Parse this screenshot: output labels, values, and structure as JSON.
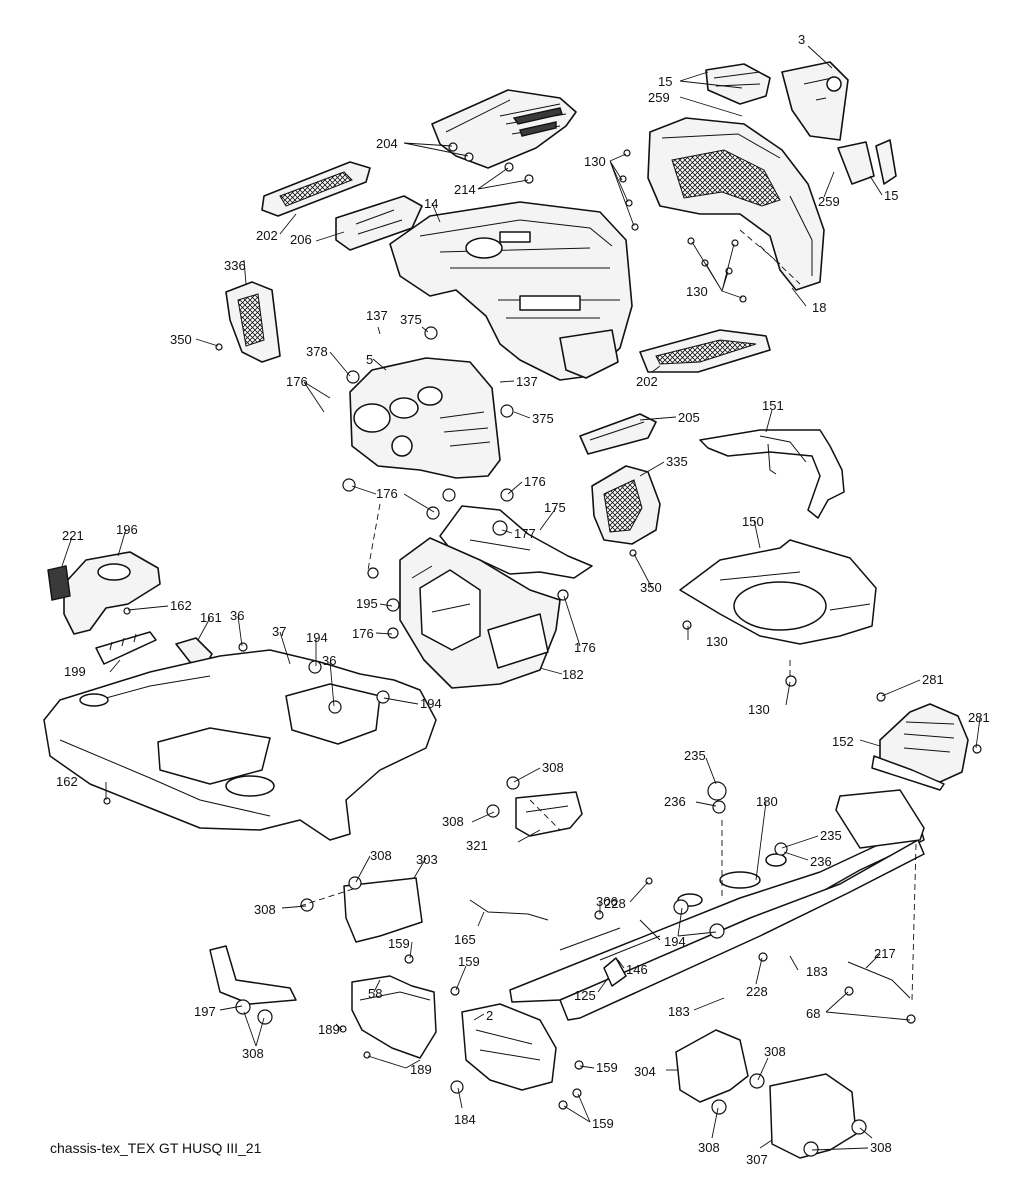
{
  "diagram": {
    "caption": "chassis-tex_TEX GT HUSQ III_21",
    "callouts": [
      {
        "id": "c3",
        "label": "3"
      },
      {
        "id": "c15a",
        "label": "15"
      },
      {
        "id": "c259a",
        "label": "259"
      },
      {
        "id": "c204",
        "label": "204"
      },
      {
        "id": "c130a",
        "label": "130"
      },
      {
        "id": "c214",
        "label": "214"
      },
      {
        "id": "c259b",
        "label": "259"
      },
      {
        "id": "c15b",
        "label": "15"
      },
      {
        "id": "c202a",
        "label": "202"
      },
      {
        "id": "c206",
        "label": "206"
      },
      {
        "id": "c14",
        "label": "14"
      },
      {
        "id": "c130b",
        "label": "130"
      },
      {
        "id": "c18",
        "label": "18"
      },
      {
        "id": "c336",
        "label": "336"
      },
      {
        "id": "c137a",
        "label": "137"
      },
      {
        "id": "c375a",
        "label": "375"
      },
      {
        "id": "c350a",
        "label": "350"
      },
      {
        "id": "c378",
        "label": "378"
      },
      {
        "id": "c5",
        "label": "5"
      },
      {
        "id": "c202b",
        "label": "202"
      },
      {
        "id": "c176a",
        "label": "176"
      },
      {
        "id": "c137b",
        "label": "137"
      },
      {
        "id": "c375b",
        "label": "375"
      },
      {
        "id": "c205",
        "label": "205"
      },
      {
        "id": "c151",
        "label": "151"
      },
      {
        "id": "c335",
        "label": "335"
      },
      {
        "id": "c176b",
        "label": "176"
      },
      {
        "id": "c176c",
        "label": "176"
      },
      {
        "id": "c175",
        "label": "175"
      },
      {
        "id": "c177",
        "label": "177"
      },
      {
        "id": "c150",
        "label": "150"
      },
      {
        "id": "c221",
        "label": "221"
      },
      {
        "id": "c196",
        "label": "196"
      },
      {
        "id": "c350b",
        "label": "350"
      },
      {
        "id": "c162a",
        "label": "162"
      },
      {
        "id": "c195",
        "label": "195"
      },
      {
        "id": "c161",
        "label": "161"
      },
      {
        "id": "c36a",
        "label": "36"
      },
      {
        "id": "c37",
        "label": "37"
      },
      {
        "id": "c194a",
        "label": "194"
      },
      {
        "id": "c176d",
        "label": "176"
      },
      {
        "id": "c176e",
        "label": "176"
      },
      {
        "id": "c130c",
        "label": "130"
      },
      {
        "id": "c36b",
        "label": "36"
      },
      {
        "id": "c199",
        "label": "199"
      },
      {
        "id": "c182",
        "label": "182"
      },
      {
        "id": "c194b",
        "label": "194"
      },
      {
        "id": "c130d",
        "label": "130"
      },
      {
        "id": "c281a",
        "label": "281"
      },
      {
        "id": "c281b",
        "label": "281"
      },
      {
        "id": "c152",
        "label": "152"
      },
      {
        "id": "c162b",
        "label": "162"
      },
      {
        "id": "c235a",
        "label": "235"
      },
      {
        "id": "c308a",
        "label": "308"
      },
      {
        "id": "c236a",
        "label": "236"
      },
      {
        "id": "c180",
        "label": "180"
      },
      {
        "id": "c308b",
        "label": "308"
      },
      {
        "id": "c235b",
        "label": "235"
      },
      {
        "id": "c321",
        "label": "321"
      },
      {
        "id": "c236b",
        "label": "236"
      },
      {
        "id": "c308c",
        "label": "308"
      },
      {
        "id": "c303",
        "label": "303"
      },
      {
        "id": "c308d",
        "label": "308"
      },
      {
        "id": "c228a",
        "label": "228"
      },
      {
        "id": "c306",
        "label": "306"
      },
      {
        "id": "c165",
        "label": "165"
      },
      {
        "id": "c194c",
        "label": "194"
      },
      {
        "id": "c159a",
        "label": "159"
      },
      {
        "id": "c217",
        "label": "217"
      },
      {
        "id": "c146",
        "label": "146"
      },
      {
        "id": "c159b",
        "label": "159"
      },
      {
        "id": "c228b",
        "label": "228"
      },
      {
        "id": "c183a",
        "label": "183"
      },
      {
        "id": "c197",
        "label": "197"
      },
      {
        "id": "c58",
        "label": "58"
      },
      {
        "id": "c125",
        "label": "125"
      },
      {
        "id": "c183b",
        "label": "183"
      },
      {
        "id": "c68",
        "label": "68"
      },
      {
        "id": "c2",
        "label": "2"
      },
      {
        "id": "c189a",
        "label": "189"
      },
      {
        "id": "c308e",
        "label": "308"
      },
      {
        "id": "c159c",
        "label": "159"
      },
      {
        "id": "c304",
        "label": "304"
      },
      {
        "id": "c308f",
        "label": "308"
      },
      {
        "id": "c189b",
        "label": "189"
      },
      {
        "id": "c184",
        "label": "184"
      },
      {
        "id": "c159d",
        "label": "159"
      },
      {
        "id": "c308g",
        "label": "308"
      },
      {
        "id": "c308h",
        "label": "308"
      },
      {
        "id": "c307",
        "label": "307"
      }
    ]
  }
}
